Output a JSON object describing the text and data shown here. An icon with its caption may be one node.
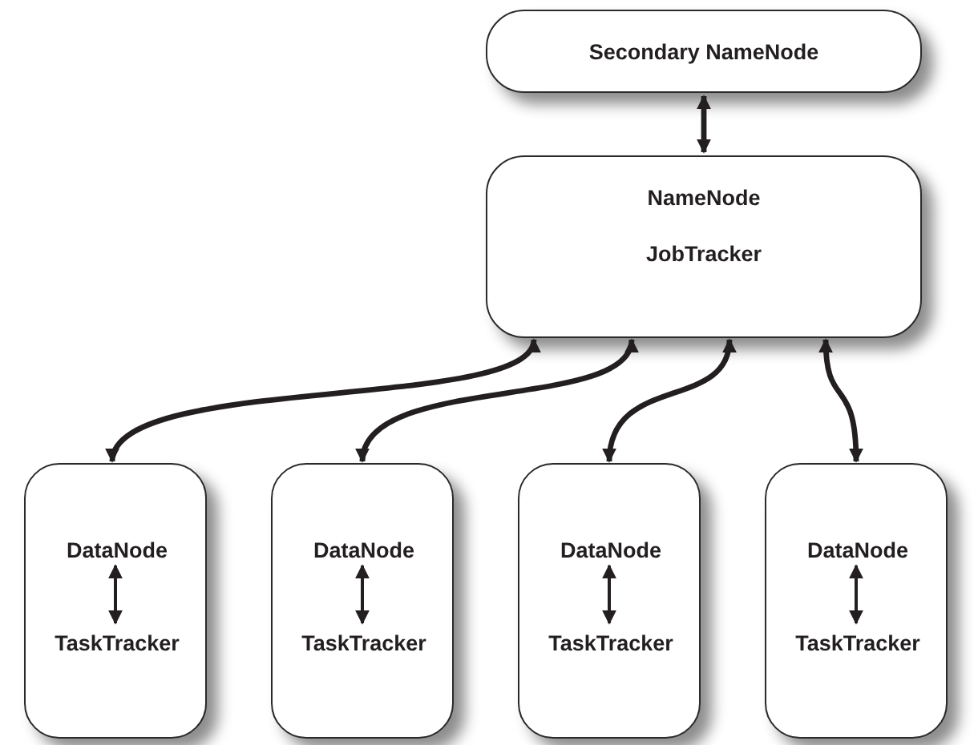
{
  "diagram": {
    "nodes": [
      {
        "text": [
          "Secondary NameNode"
        ]
      },
      {
        "text": [
          "NameNode",
          "JobTracker"
        ]
      },
      {
        "text": [],
        "shape": "box"
      },
      {
        "text": [
          "DataNode"
        ],
        "in": 2
      },
      {
        "text": [
          "TaskTracker"
        ],
        "in": 2
      },
      {
        "text": [],
        "shape": "box"
      },
      {
        "text": [
          "DataNode"
        ],
        "in": 5
      },
      {
        "text": [
          "TaskTracker"
        ],
        "in": 5
      },
      {
        "text": [],
        "shape": "box"
      },
      {
        "text": [
          "DataNode"
        ],
        "in": 8
      },
      {
        "text": [
          "TaskTracker"
        ],
        "in": 8
      },
      {
        "text": [],
        "shape": "box"
      },
      {
        "text": [
          "DataNode"
        ],
        "in": 11
      },
      {
        "text": [
          "TaskTracker"
        ],
        "in": 11
      }
    ],
    "edges": [
      {
        "from": 0,
        "to": 1,
        "arrow": "both"
      },
      {
        "from": 1,
        "to": 2,
        "arrow": "both"
      },
      {
        "from": 1,
        "to": 5,
        "arrow": "both"
      },
      {
        "from": 1,
        "to": 8,
        "arrow": "both"
      },
      {
        "from": 1,
        "to": 11,
        "arrow": "both"
      },
      {
        "from": 3,
        "to": 4,
        "arrow": "both"
      },
      {
        "from": 6,
        "to": 7,
        "arrow": "both"
      },
      {
        "from": 9,
        "to": 10,
        "arrow": "both"
      },
      {
        "from": 12,
        "to": 13,
        "arrow": "both"
      }
    ]
  }
}
